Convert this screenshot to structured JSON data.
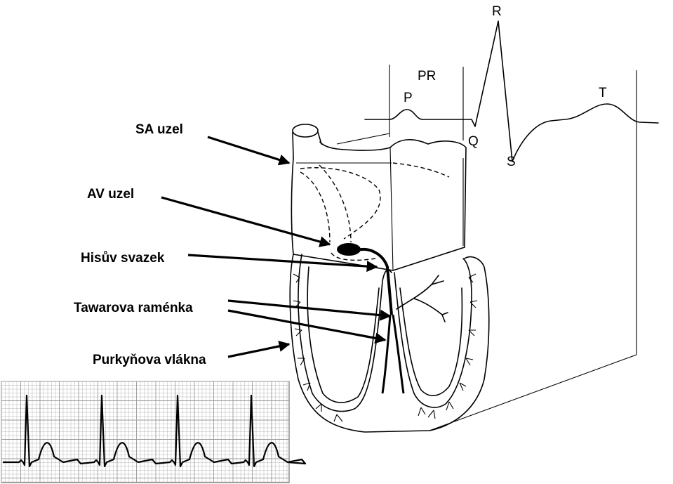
{
  "labels": {
    "sa_node": "SA uzel",
    "av_node": "AV uzel",
    "his_bundle": "Hisův svazek",
    "tawara_branches": "Tawarova raménka",
    "purkinje_fibers": "Purkyňova vlákna"
  },
  "waveform": {
    "r": "R",
    "pr": "PR",
    "p": "P",
    "t": "T",
    "q": "Q",
    "s": "S"
  },
  "colors": {
    "ink": "#000000",
    "background": "#ffffff",
    "grid": "#9a9a9a"
  }
}
